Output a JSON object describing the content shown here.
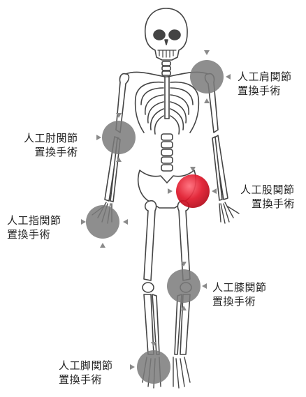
{
  "colors": {
    "bone_stroke": "#444444",
    "bone_fill": "#ffffff",
    "joint_gray": "#7a7a7a",
    "joint_red": "#e0182b",
    "pointer": "#8a8a8a"
  },
  "joints": {
    "shoulder": {
      "line1": "人工肩関節",
      "line2": "置換手術",
      "highlighted": false
    },
    "elbow": {
      "line1": "人工肘関節",
      "line2": "置換手術",
      "highlighted": false
    },
    "hip": {
      "line1": "人工股関節",
      "line2": "置換手術",
      "highlighted": true
    },
    "finger": {
      "line1": "人工指関節",
      "line2": "置換手術",
      "highlighted": false
    },
    "knee": {
      "line1": "人工膝関節",
      "line2": "置換手術",
      "highlighted": false
    },
    "ankle": {
      "line1": "人工脚関節",
      "line2": "置換手術",
      "highlighted": false
    }
  }
}
